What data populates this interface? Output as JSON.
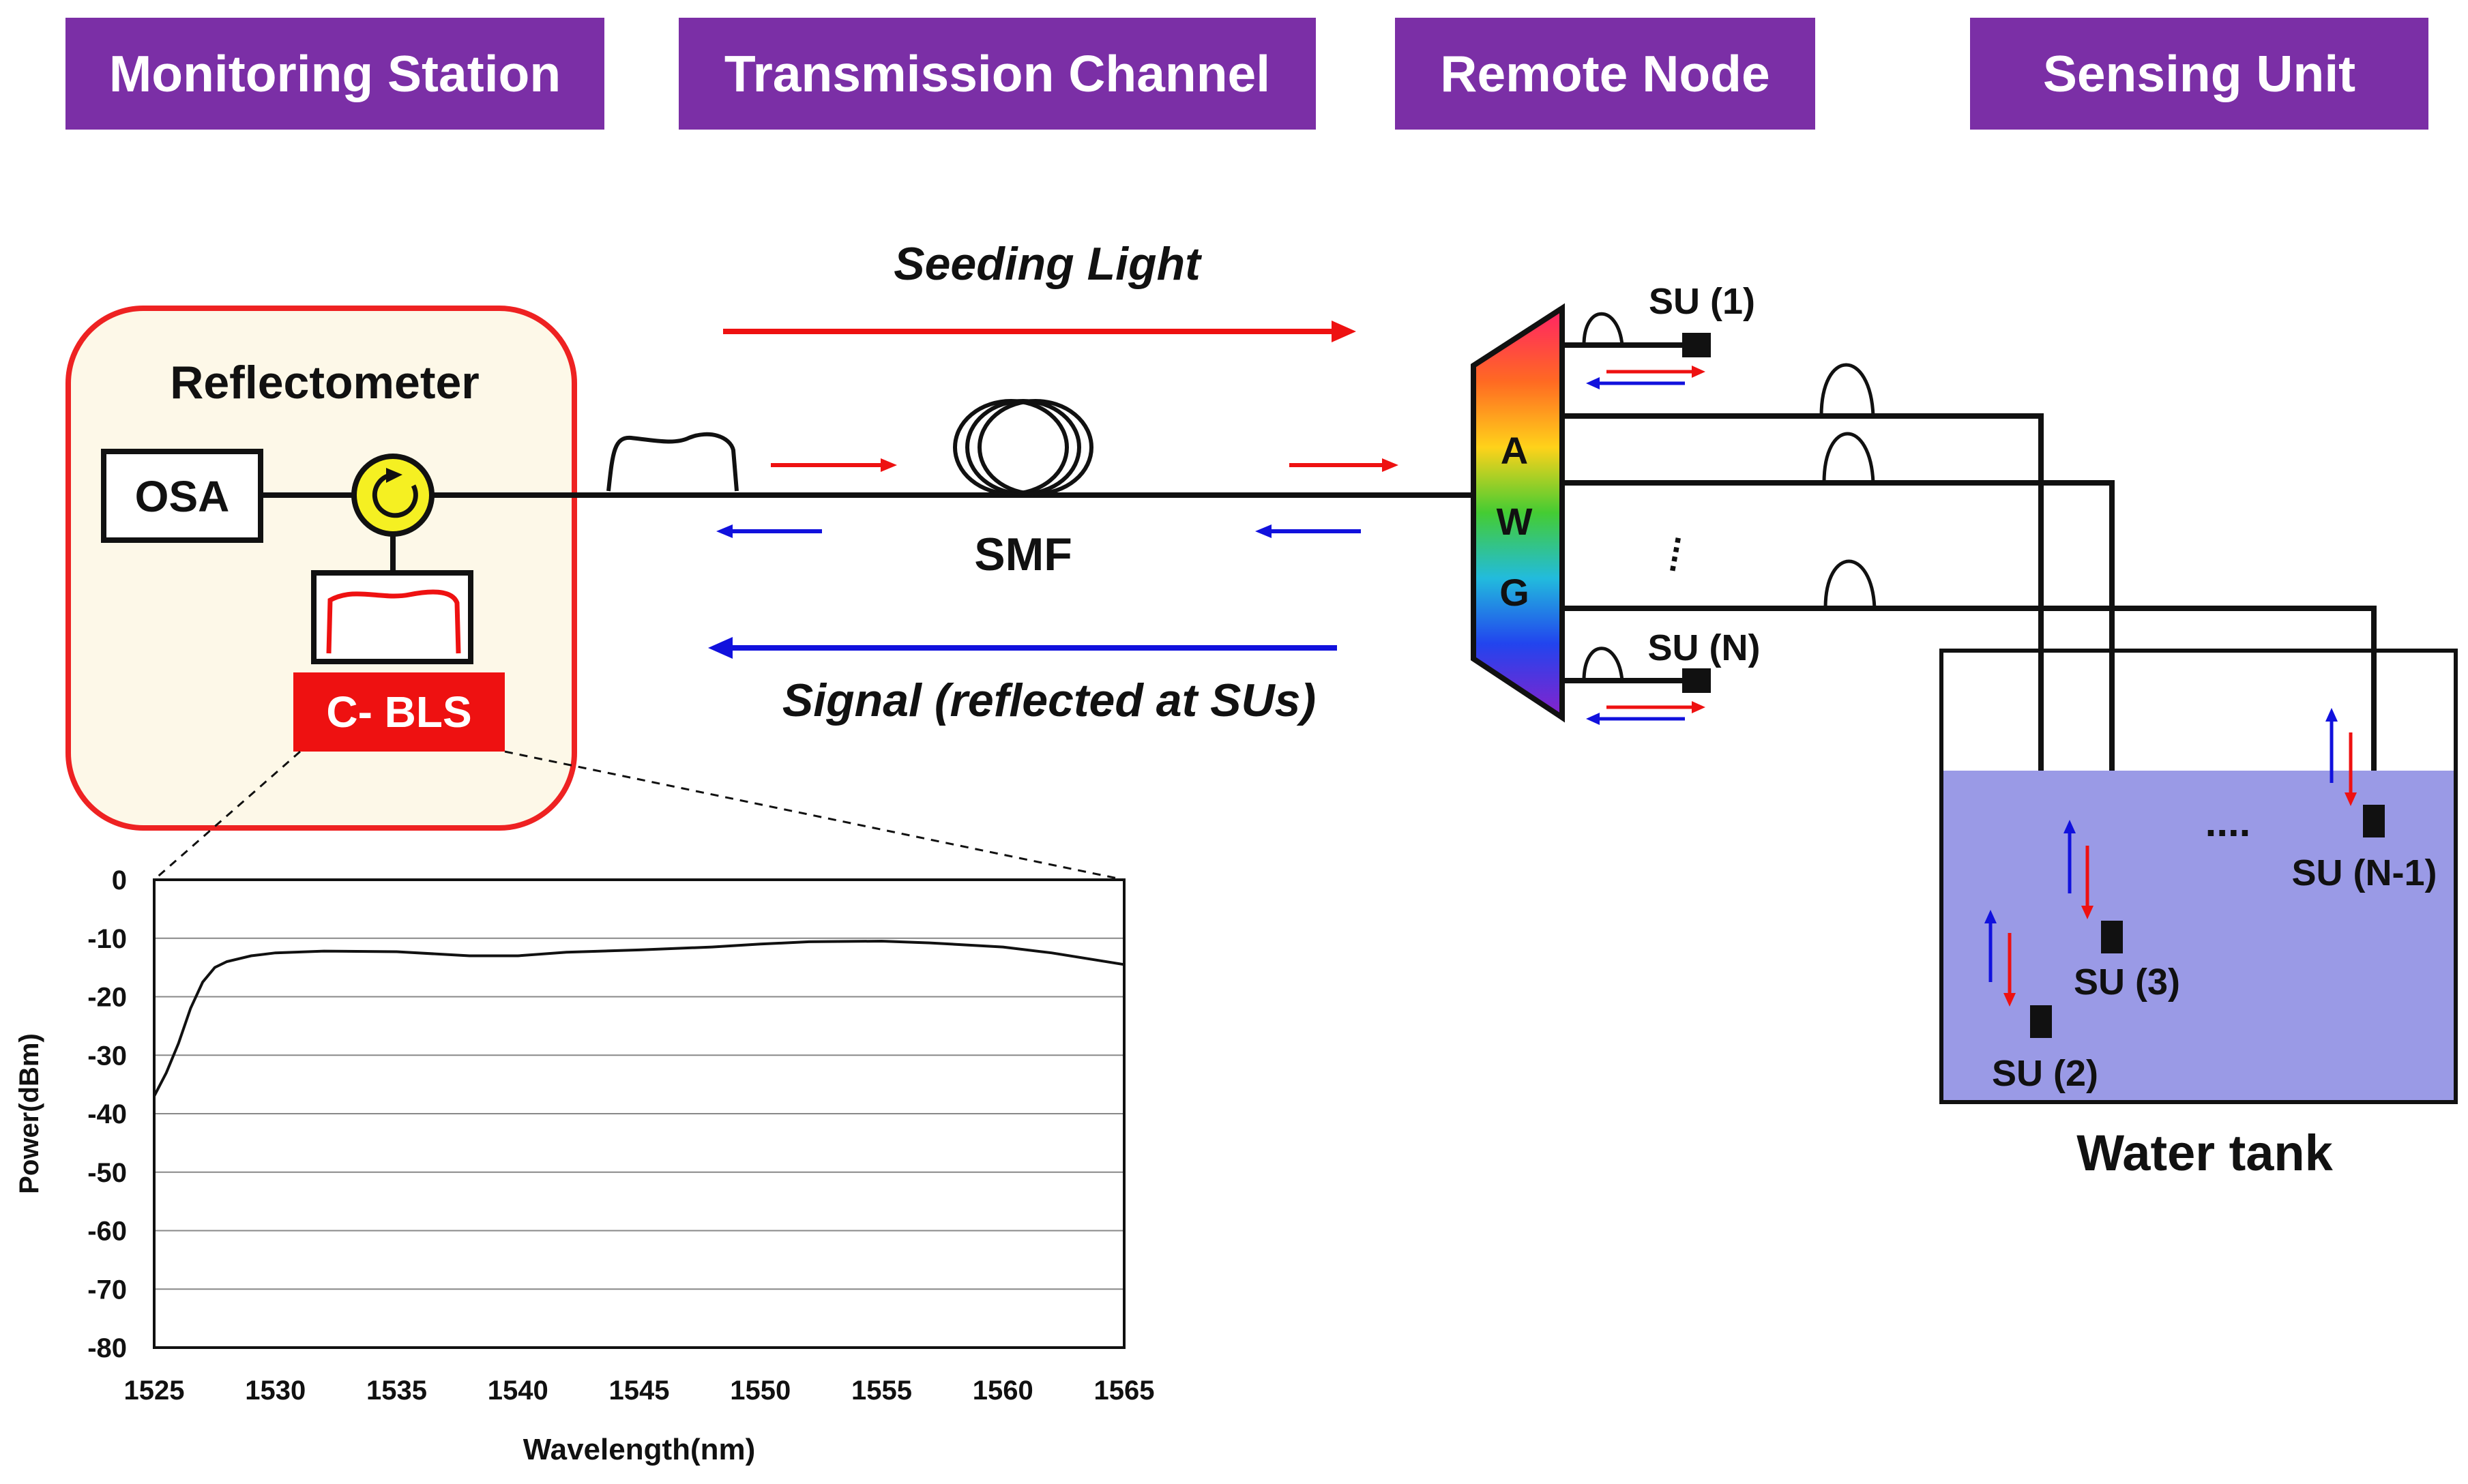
{
  "colors": {
    "header_bg": "#7b2fa6",
    "header_text": "#ffffff",
    "reflectometer_border": "#ee2222",
    "reflectometer_bg": "#fdf8e8",
    "bls_bg": "#ee1111",
    "circulator_fill": "#f5f022",
    "red_arrow": "#ee1111",
    "blue_arrow": "#1111dd",
    "water": "#9a9ae6"
  },
  "headers": {
    "monitoring": "Monitoring  Station",
    "transmission": "Transmission  Channel",
    "remote": "Remote Node",
    "sensing": "Sensing Unit"
  },
  "diagram": {
    "reflectometer_label": "Reflectometer",
    "osa_label": "OSA",
    "bls_label": "C- BLS",
    "smf_label": "SMF",
    "seeding_label": "Seeding Light",
    "signal_label": "Signal (reflected at SUs)",
    "awg_letters": [
      "A",
      "W",
      "G"
    ],
    "awg_dots": "....",
    "su1": "SU (1)",
    "sun": "SU (N)",
    "su2": "SU (2)",
    "su3": "SU (3)",
    "sun1": "SU (N-1)",
    "tank_dots": "....",
    "tank_label": "Water tank"
  },
  "chart_data": {
    "type": "line",
    "xlabel": "Wavelength(nm)",
    "ylabel": "Power(dBm)",
    "xlim": [
      1525,
      1565
    ],
    "ylim": [
      -80,
      0
    ],
    "xticks": [
      "1525",
      "1530",
      "1535",
      "1540",
      "1545",
      "1550",
      "1555",
      "1560",
      "1565"
    ],
    "yticks": [
      "0",
      "-10",
      "-20",
      "-30",
      "-40",
      "-50",
      "-60",
      "-70",
      "-80"
    ],
    "grid": true,
    "series": [
      {
        "x": [
          1525,
          1525.5,
          1526,
          1526.5,
          1527,
          1527.5,
          1528,
          1529,
          1530,
          1532,
          1535,
          1538,
          1540,
          1542,
          1545,
          1548,
          1550,
          1552,
          1555,
          1557,
          1560,
          1562,
          1565
        ],
        "y": [
          -37,
          -33,
          -28,
          -22,
          -17.5,
          -15,
          -14,
          -13,
          -12.5,
          -12.2,
          -12.3,
          -13,
          -13,
          -12.4,
          -12,
          -11.5,
          -11,
          -10.6,
          -10.5,
          -10.8,
          -11.5,
          -12.5,
          -14.5
        ]
      }
    ]
  }
}
